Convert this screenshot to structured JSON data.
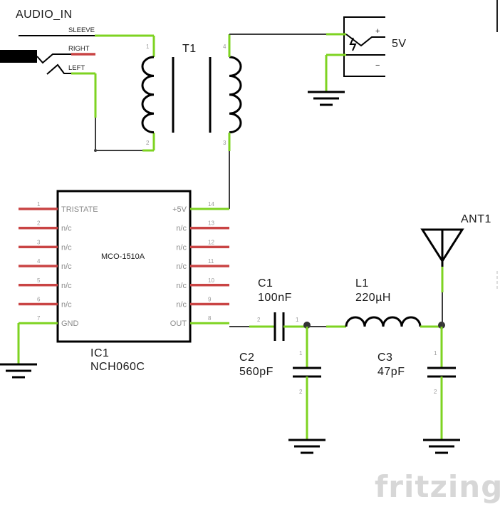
{
  "audio_in": {
    "title": "AUDIO_IN",
    "sleeve": "SLEEVE",
    "right": "RIGHT",
    "left": "LEFT"
  },
  "transformer": {
    "name": "T1",
    "pins": [
      "1",
      "2",
      "3",
      "4"
    ]
  },
  "power": {
    "label": "5V",
    "plus": "+",
    "minus": "−"
  },
  "ic": {
    "name": "IC1",
    "part": "NCH060C",
    "chip_label": "MCO-1510A",
    "left_pins": [
      {
        "num": "1",
        "name": "TRISTATE"
      },
      {
        "num": "2",
        "name": "n/c"
      },
      {
        "num": "3",
        "name": "n/c"
      },
      {
        "num": "4",
        "name": "n/c"
      },
      {
        "num": "5",
        "name": "n/c"
      },
      {
        "num": "6",
        "name": "n/c"
      },
      {
        "num": "7",
        "name": "GND"
      }
    ],
    "right_pins": [
      {
        "num": "14",
        "name": "+5V"
      },
      {
        "num": "13",
        "name": "n/c"
      },
      {
        "num": "12",
        "name": "n/c"
      },
      {
        "num": "11",
        "name": "n/c"
      },
      {
        "num": "10",
        "name": "n/c"
      },
      {
        "num": "9",
        "name": "n/c"
      },
      {
        "num": "8",
        "name": "OUT"
      }
    ]
  },
  "c1": {
    "name": "C1",
    "value": "100nF",
    "pin_left": "2",
    "pin_right": "1"
  },
  "c2": {
    "name": "C2",
    "value": "560pF",
    "pin_top": "1",
    "pin_bottom": "2"
  },
  "l1": {
    "name": "L1",
    "value": "220µH"
  },
  "c3": {
    "name": "C3",
    "value": "47pF",
    "pin_top": "1",
    "pin_bottom": "2"
  },
  "antenna": {
    "name": "ANT1"
  },
  "brand": "fritzing",
  "colors": {
    "wire": "#3c3c3c",
    "connected_pin": "#7ed321",
    "unconnected_pin": "#c94444",
    "brand": "#d7d7d7"
  }
}
